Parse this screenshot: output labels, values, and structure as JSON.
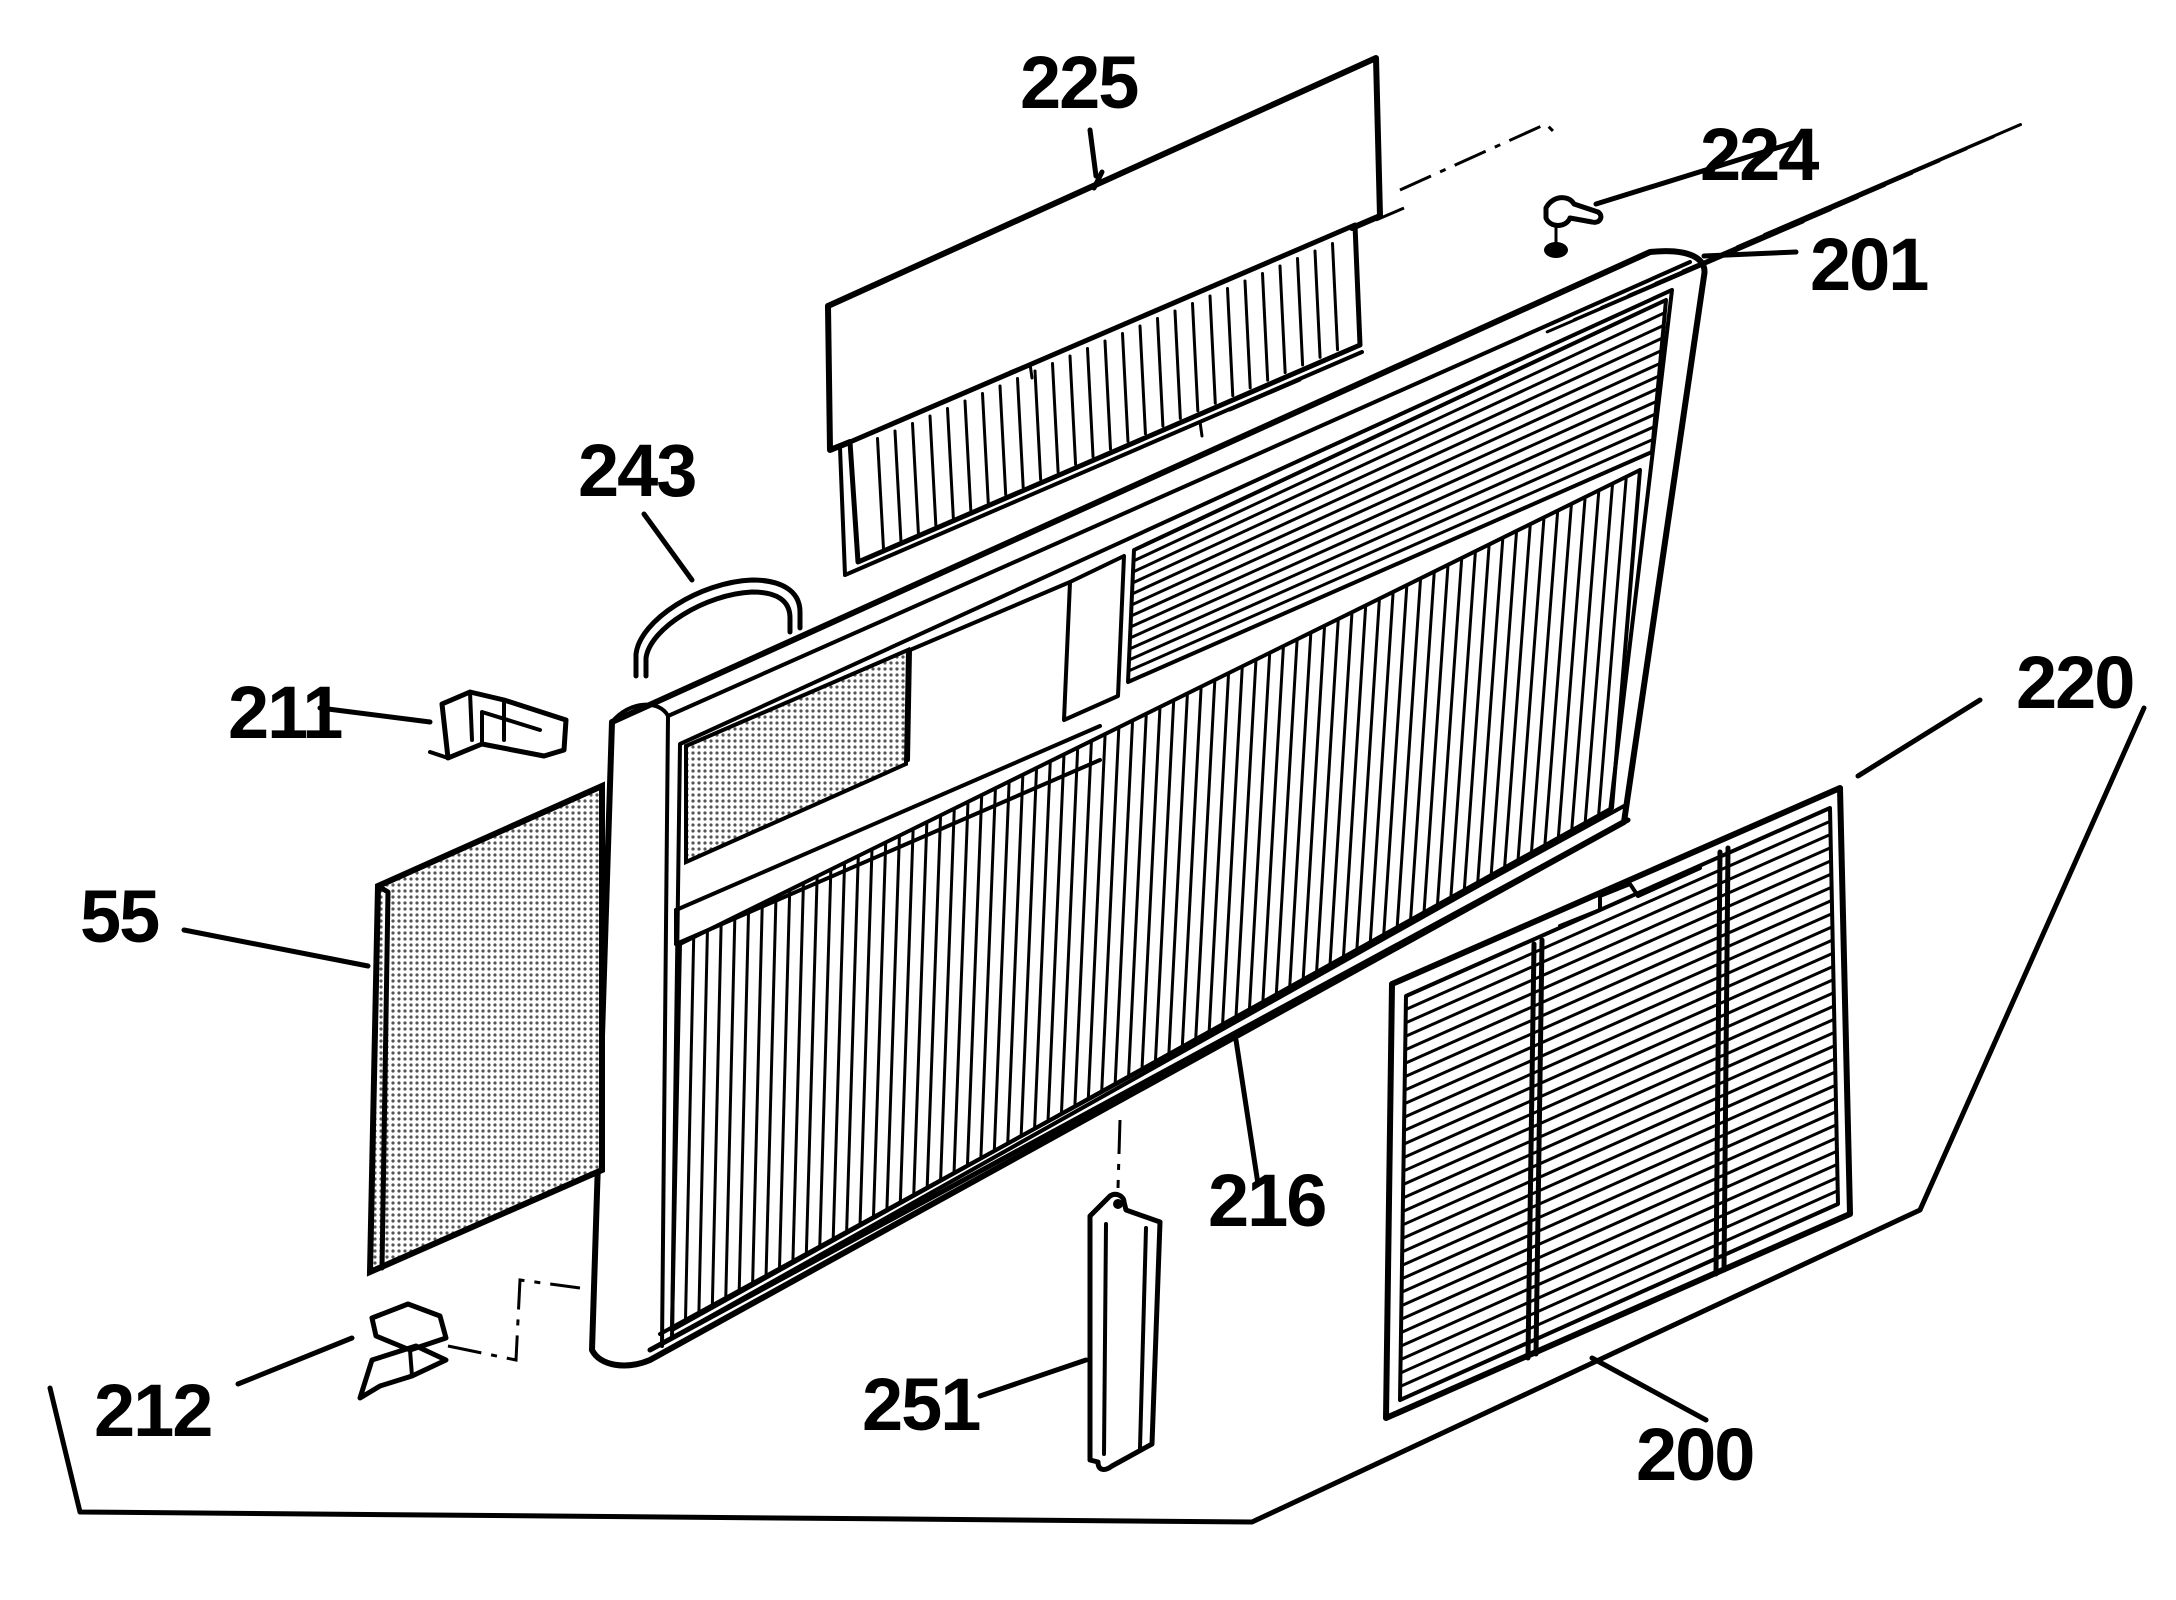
{
  "labels": {
    "l225": "225",
    "l224": "224",
    "l201": "201",
    "l243": "243",
    "l211": "211",
    "l220": "220",
    "l55": "55",
    "l216": "216",
    "l212": "212",
    "l251": "251",
    "l200": "200"
  },
  "colors": {
    "ink": "#000000",
    "paper": "#ffffff",
    "mesh": "#8a8a8a"
  }
}
